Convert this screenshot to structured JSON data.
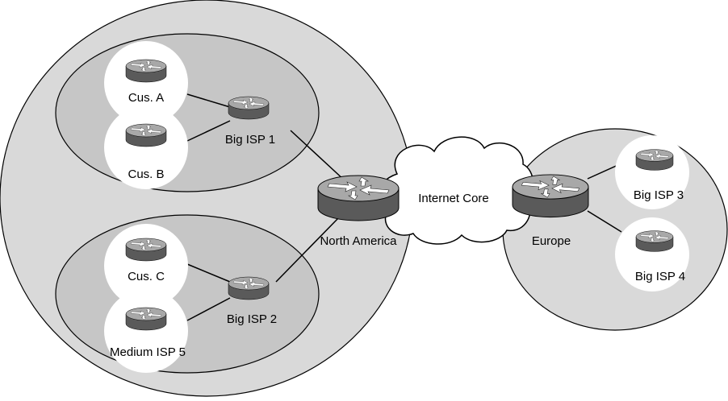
{
  "routers": {
    "cus_a": "Cus. A",
    "cus_b": "Cus. B",
    "big_isp_1": "Big ISP 1",
    "cus_c": "Cus. C",
    "medium_isp_5": "Medium ISP 5",
    "big_isp_2": "Big ISP 2",
    "north_america": "North America",
    "europe": "Europe",
    "big_isp_3": "Big ISP 3",
    "big_isp_4": "Big ISP 4"
  },
  "cloud": {
    "label": "Internet Core"
  },
  "colors": {
    "region_fill": "#d9d9d9",
    "inner_fill": "#c6c6c6",
    "halo_fill": "#ffffff",
    "router_top": "#a8a8a8",
    "router_body": "#5a5a5a",
    "cloud_fill": "#ffffff",
    "line": "#000000"
  }
}
